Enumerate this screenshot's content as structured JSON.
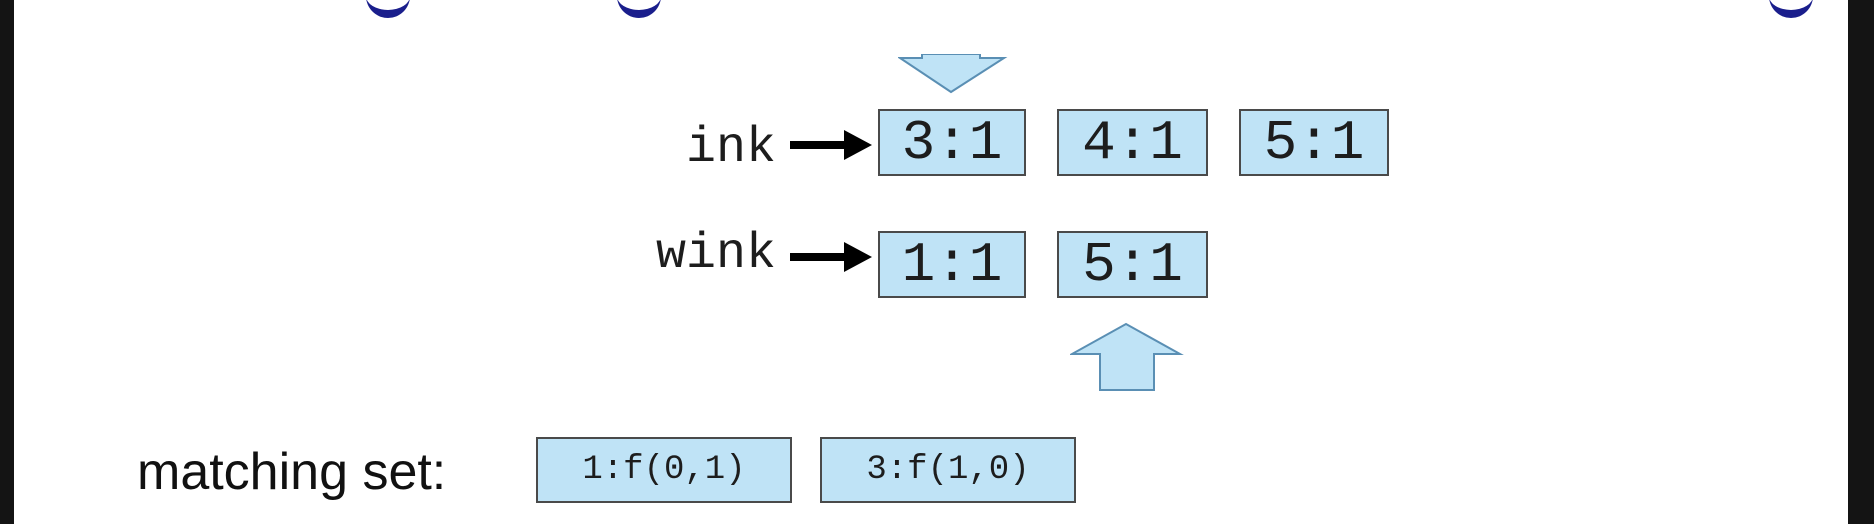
{
  "postings": {
    "rows": [
      {
        "term": "ink",
        "entries": [
          "3:1",
          "4:1",
          "5:1"
        ]
      },
      {
        "term": "wink",
        "entries": [
          "1:1",
          "5:1"
        ]
      }
    ]
  },
  "matching_set": {
    "label": "matching set:",
    "entries": [
      "1:f(0,1)",
      "3:f(1,0)"
    ]
  },
  "colors": {
    "cell_fill": "#bfe3f6",
    "cell_border": "#4a4a4a",
    "arrow_fill": "#bfe3f6",
    "arrow_stroke": "#5a8fb4",
    "title_text": "#1a1e8c"
  }
}
